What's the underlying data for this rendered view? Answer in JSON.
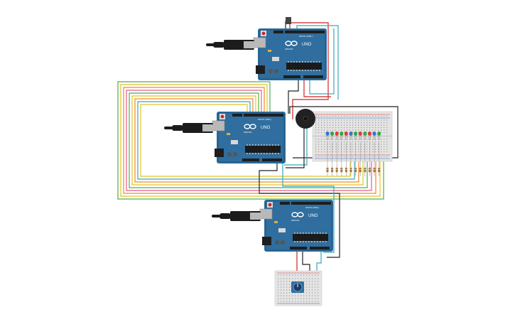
{
  "boards": [
    {
      "id": "top",
      "brand": "UNO",
      "series": "ARDUINO",
      "header_text": "DIGITAL (PWM~)"
    },
    {
      "id": "middle",
      "brand": "UNO",
      "series": "ARDUINO",
      "header_text": "DIGITAL (PWM~)"
    },
    {
      "id": "bottom",
      "brand": "UNO",
      "series": "ARDUINO",
      "header_text": "DIGITAL (PWM~)"
    }
  ],
  "colors": {
    "board": "#2f6e9f",
    "board_dark": "#22557d",
    "header": "#1e1e1e",
    "usb_metal": "#b9b9b9",
    "usb_cable": "#1c1c1c",
    "breadboard": "#e4e4e4",
    "breadboard_rail_red": "#d33",
    "breadboard_rail_blue": "#36c",
    "buzzer": "#222222",
    "wire_red": "#d22222",
    "wire_black": "#222222",
    "wire_teal": "#3aa6b9",
    "wire_green": "#4caf50",
    "wire_orange": "#f08a24",
    "wire_yellow": "#e2c425",
    "wire_pink": "#e85a8a",
    "wire_brown": "#8b5a2b",
    "led_colors": [
      "#3b6fd6",
      "#2eaa3f",
      "#e53935",
      "#2eaa3f",
      "#e53935",
      "#3b6fd6",
      "#2eaa3f",
      "#e53935",
      "#2eaa3f",
      "#e53935",
      "#3b6fd6",
      "#2eaa3f"
    ]
  },
  "components": {
    "buzzer": "piezo-buzzer",
    "potentiometer": "potentiometer",
    "led_count": 12,
    "resistor_count": 12
  }
}
